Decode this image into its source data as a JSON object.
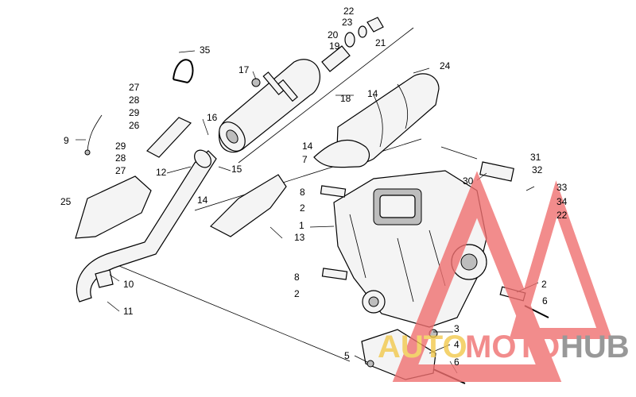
{
  "callouts": [
    "22",
    "23",
    "20",
    "21",
    "19",
    "35",
    "24",
    "17",
    "27",
    "14",
    "18",
    "28",
    "29",
    "16",
    "26",
    "9",
    "14",
    "29",
    "28",
    "31",
    "7",
    "27",
    "15",
    "12",
    "32",
    "30",
    "33",
    "8",
    "14",
    "25",
    "34",
    "2",
    "22",
    "1",
    "13",
    "8",
    "10",
    "2",
    "2",
    "6",
    "11",
    "3",
    "4",
    "5",
    "6"
  ],
  "watermark": {
    "part1": "AUTO",
    "part2": "MOTO",
    "part3": "HUB"
  },
  "colors": {
    "watermark_yellow": "#f2c94c",
    "watermark_red": "#f07070",
    "watermark_gray": "#7f7f7f"
  }
}
